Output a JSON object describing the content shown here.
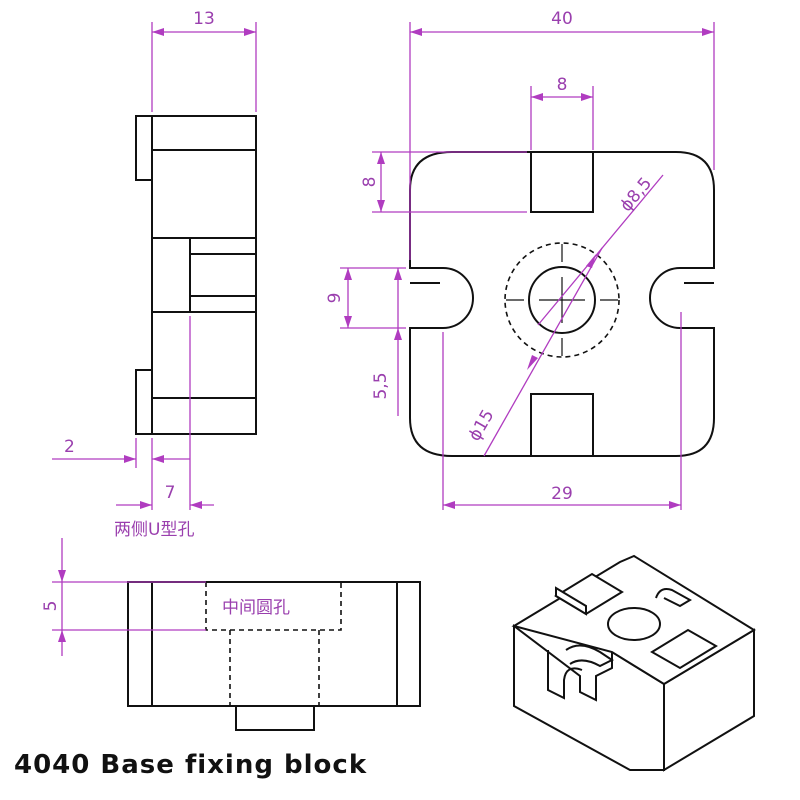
{
  "caption": "4040 Base fixing block",
  "side_view": {
    "width_label": "13",
    "offset_label": "2",
    "depth_label": "7",
    "note": "两侧U型孔"
  },
  "top_view": {
    "width_label": "40",
    "slot_width_label": "8",
    "slot_depth_label": "8",
    "u_slot_width_label": "9",
    "u_offset_label": "5,5",
    "hole_small_label": "ϕ8,5",
    "hole_large_label": "ϕ15",
    "u_span_label": "29"
  },
  "front_view": {
    "counterbore_label": "5",
    "note": "中间圆孔"
  },
  "colors": {
    "dimension": "#b03cc0",
    "outline": "#111111"
  }
}
